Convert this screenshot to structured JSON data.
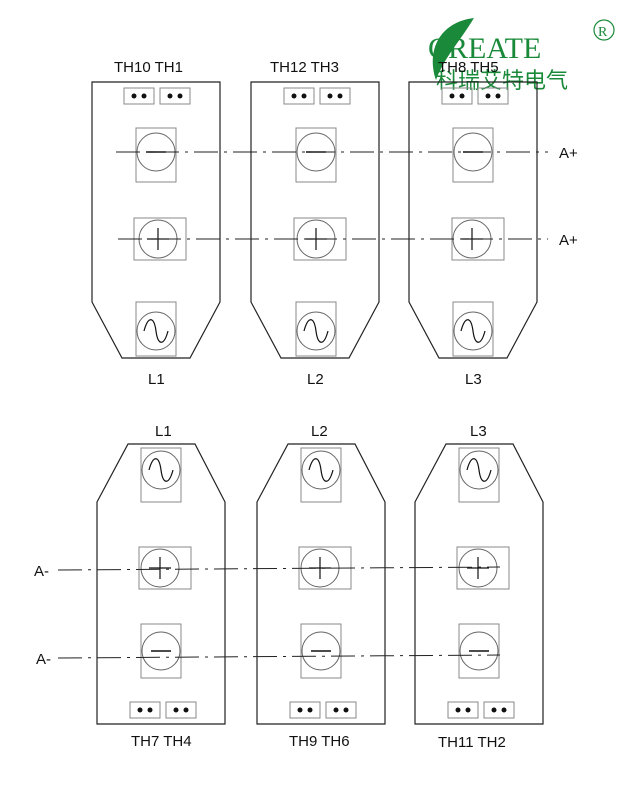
{
  "brand": {
    "name_en": "CREATE",
    "name_cn": "科瑞艾特电气",
    "registered_mark": "R",
    "color": "#1a8a3a"
  },
  "colors": {
    "stroke": "#222222",
    "box": "#8a8a8a"
  },
  "top_row": {
    "modules": [
      {
        "terminals": "TH10 TH1",
        "phase": "L1"
      },
      {
        "terminals": "TH12 TH3",
        "phase": "L2"
      },
      {
        "terminals": "TH8  TH5",
        "phase": "L3"
      }
    ],
    "bus_labels": [
      "A+",
      "A+"
    ]
  },
  "bottom_row": {
    "modules": [
      {
        "terminals": "TH7 TH4",
        "phase": "L1"
      },
      {
        "terminals": "TH9  TH6",
        "phase": "L2"
      },
      {
        "terminals": "TH11 TH2",
        "phase": "L3"
      }
    ],
    "bus_labels": [
      "A-",
      "A-"
    ]
  }
}
